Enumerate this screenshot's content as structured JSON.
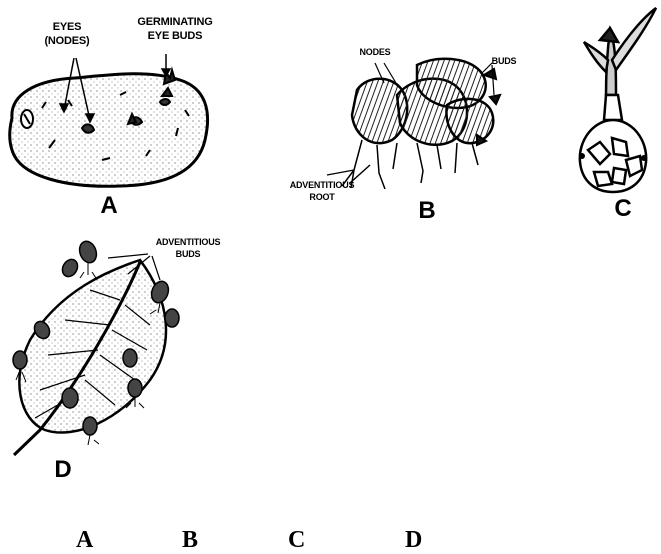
{
  "panels": {
    "a": {
      "letter": "A",
      "eyes_label_line1": "EYES",
      "eyes_label_line2": "(NODES)",
      "germ_label_line1": "GERMINATING",
      "germ_label_line2": "EYE BUDS"
    },
    "b": {
      "letter": "B",
      "nodes_label": "NODES",
      "buds_label": "BUDS",
      "root_label_line1": "ADVENTITIOUS",
      "root_label_line2": "ROOT"
    },
    "c": {
      "letter": "C"
    },
    "d": {
      "letter": "D",
      "buds_label_line1": "ADVENTITIOUS",
      "buds_label_line2": "BUDS"
    }
  },
  "captions": [
    "A",
    "B",
    "C",
    "D"
  ]
}
